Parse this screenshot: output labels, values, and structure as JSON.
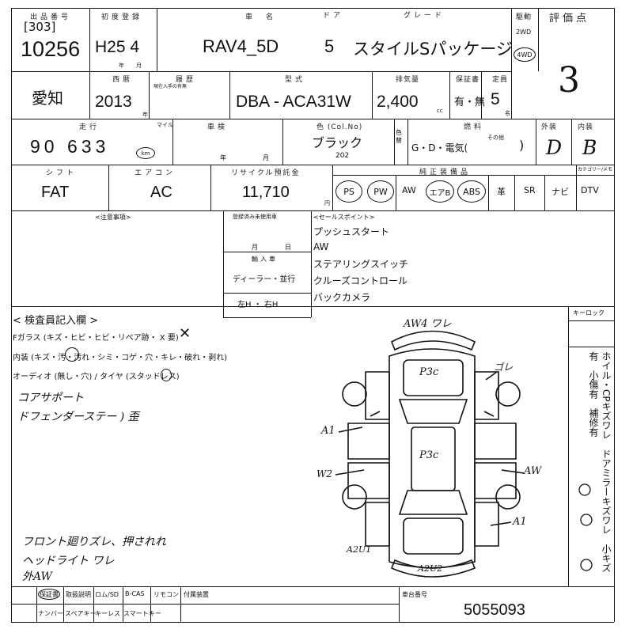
{
  "header": {
    "lot_label": "出品番号",
    "lot_bracket": "[303]",
    "lot_number": "10256",
    "first_reg_label": "初度登録",
    "first_reg_value": "H25 4",
    "first_reg_unit": "年　月",
    "model_label": "車　名",
    "model_value": "RAV4_5D",
    "door_label": "ドア",
    "door_value": "5",
    "grade_label": "グレード",
    "grade_value": "スタイルSパッケージ",
    "drive_label": "駆動",
    "drive_2wd": "2WD",
    "drive_4wd": "4WD",
    "score_label": "評価点",
    "score_value": "3"
  },
  "row2": {
    "region_value": "愛知",
    "year_label": "西暦",
    "year_value": "2013",
    "year_unit": "年",
    "history_label": "履歴",
    "history_note": "現在入手の有無",
    "type_label": "型式",
    "type_value": "DBA - ACA31W",
    "cc_label": "排気量",
    "cc_value": "2,400",
    "cc_unit": "cc",
    "inspection_label": "保証書",
    "inspection_value": "有・無",
    "capacity_label": "定員",
    "capacity_value": "5",
    "capacity_unit": "名"
  },
  "row3": {
    "mileage_label": "走行",
    "mileage_value": "90 633",
    "mileage_unit_label": "マイル",
    "mileage_unit_value": "km",
    "inspection_date_label": "車検",
    "inspection_date_units": "年　　月",
    "color_label": "色 (Col.No)",
    "color_value": "ブラック",
    "color_code": "202",
    "color_change_label": "色替",
    "fuel_label": "燃料",
    "fuel_value": "G・D・電気(",
    "fuel_other": "その他",
    "exterior_label": "外装",
    "exterior_value": "D",
    "interior_label": "内装",
    "interior_value": "B"
  },
  "row4": {
    "shift_label": "シフト",
    "shift_value": "FAT",
    "ac_label": "エアコン",
    "ac_value": "AC",
    "recycle_label": "リサイクル預託金",
    "recycle_value": "11,710",
    "recycle_unit": "円",
    "equip_label": "純正装備品",
    "equipment": [
      "PS",
      "PW",
      "AW",
      "エアB",
      "ABS",
      "革",
      "SR",
      "ナビ",
      "DTV"
    ],
    "carnavi_label": "カテゴリー/メモ"
  },
  "notes": {
    "caution_label": "<注意事項>",
    "reg_label": "登録済み未使用車",
    "reg_units": "月　　日",
    "import_label": "輸入車",
    "import_dealer": "ディーラー・並行",
    "import_handle": "左H ・ 右H",
    "sales_label": "<セールスポイント>",
    "sales_points": [
      "プッシュスタート",
      "AW",
      "ステアリングスイッチ",
      "クルーズコントロール",
      "バックカメラ"
    ]
  },
  "inspection": {
    "title": "< 検査員記入欄 >",
    "lines": [
      "Fガラス (キズ・ヒビ・ヒビ・リペア跡・ X 要)",
      "内装 (キズ・汚・汚れ・シミ・コゲ・穴・キレ・破れ・剥れ)",
      "オーディオ (無し・穴) / タイヤ (スタッドレス)"
    ],
    "hand_notes_1": [
      "コアサポート",
      "ドフェンダーステー ) 歪"
    ],
    "hand_notes_2": [
      "フロント廻りズレ、押されれ",
      "ヘッドライト ワレ",
      "外AW"
    ],
    "keylock_label": "キーロック",
    "side_legend": "ホイル・CPキズワレ　ドアミラーキズワレ　小キズ有　小傷有　補修有"
  },
  "diagram_marks": [
    "AW4 ワレ",
    "P3c",
    "ゴレ",
    "A1",
    "P3c",
    "W2",
    "AW",
    "A1",
    "A2U1",
    "A2U2"
  ],
  "footer": {
    "items_top": [
      "保証書",
      "取扱説明",
      "ロム/SD",
      "B-CAS",
      "リモコン"
    ],
    "items_bottom": [
      "ナンバー",
      "スペアキー",
      "キーレス",
      "スマートキー"
    ],
    "accessories_label": "付属装置",
    "vehicle_number_label": "車台番号",
    "vehicle_number": "5055093"
  }
}
